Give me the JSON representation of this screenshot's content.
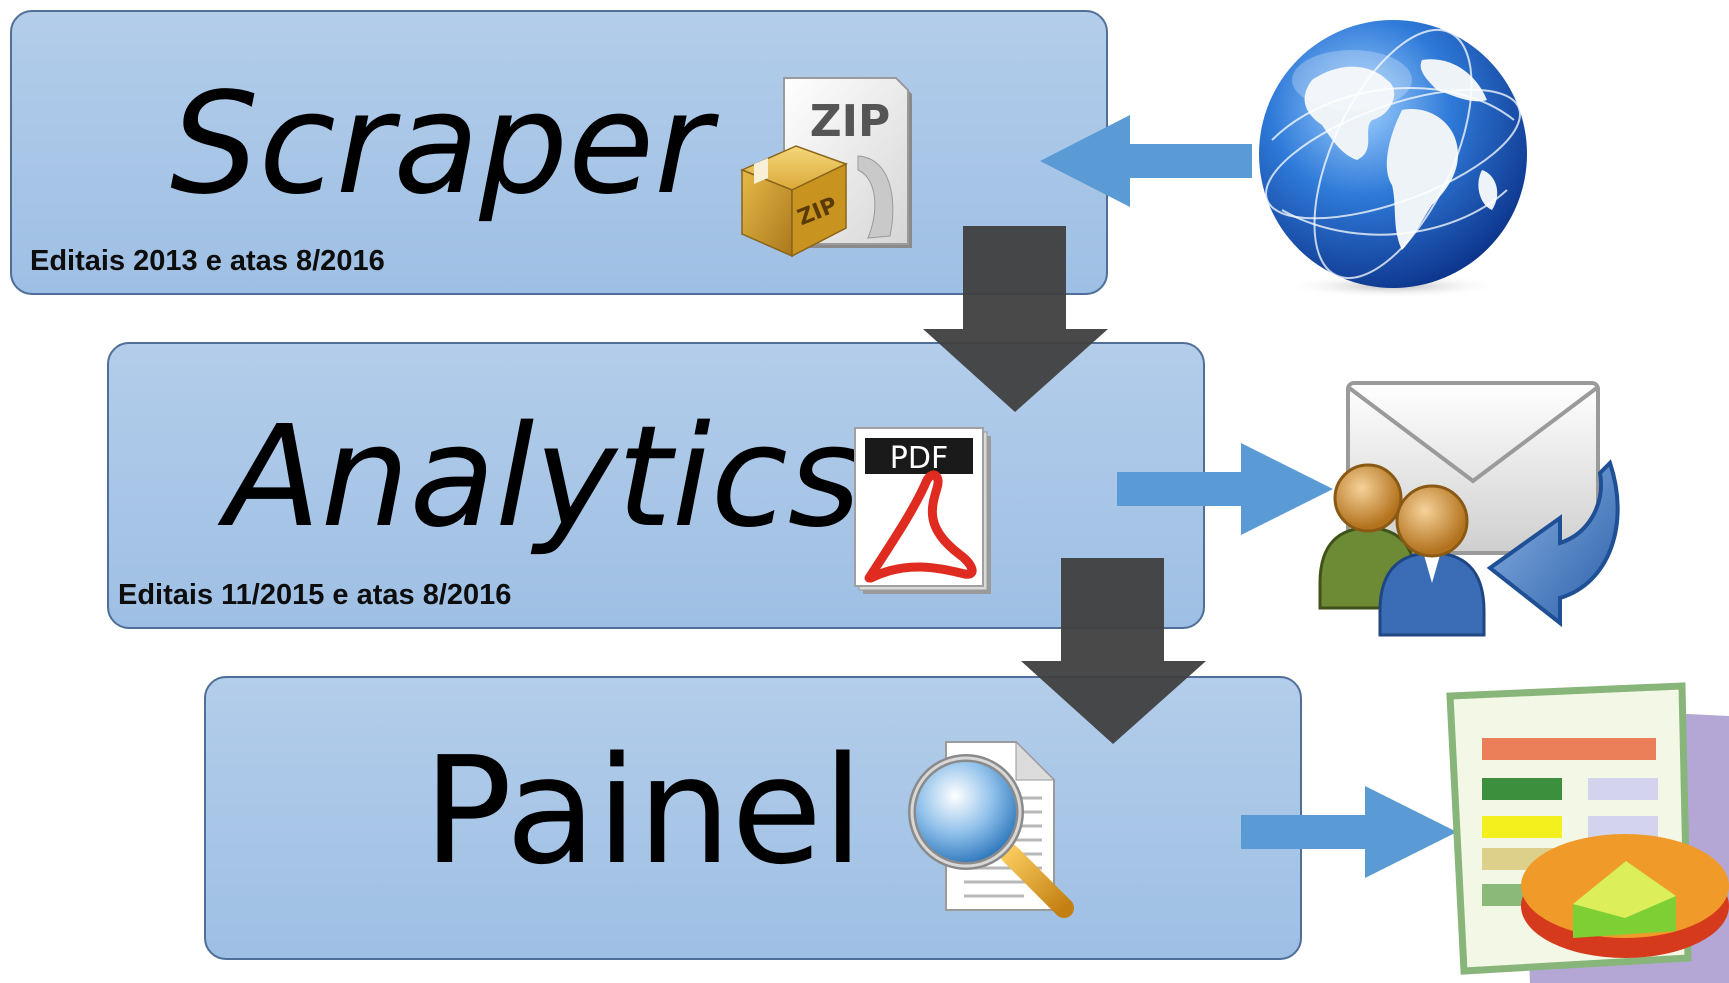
{
  "stages": [
    {
      "title": "Scraper",
      "subtitle": "Editais 2013 e atas 8/2016",
      "icon": "zip-archive-icon"
    },
    {
      "title": "Analytics",
      "subtitle": "Editais 11/2015 e atas 8/2016",
      "icon": "pdf-document-icon"
    },
    {
      "title": "Painel",
      "subtitle": "",
      "icon": "document-search-icon"
    }
  ],
  "side_icons": [
    "globe-icon",
    "mail-users-icon",
    "report-chart-icon"
  ],
  "icon_labels": {
    "zip_sheet": "ZIP",
    "zip_box": "ZIP",
    "pdf": "PDF"
  },
  "colors": {
    "box_fill": "#a5c4e6",
    "box_border": "#4f6f99",
    "blue_arrow": "#5b9bd5",
    "down_arrow": "#3f3f3f"
  }
}
